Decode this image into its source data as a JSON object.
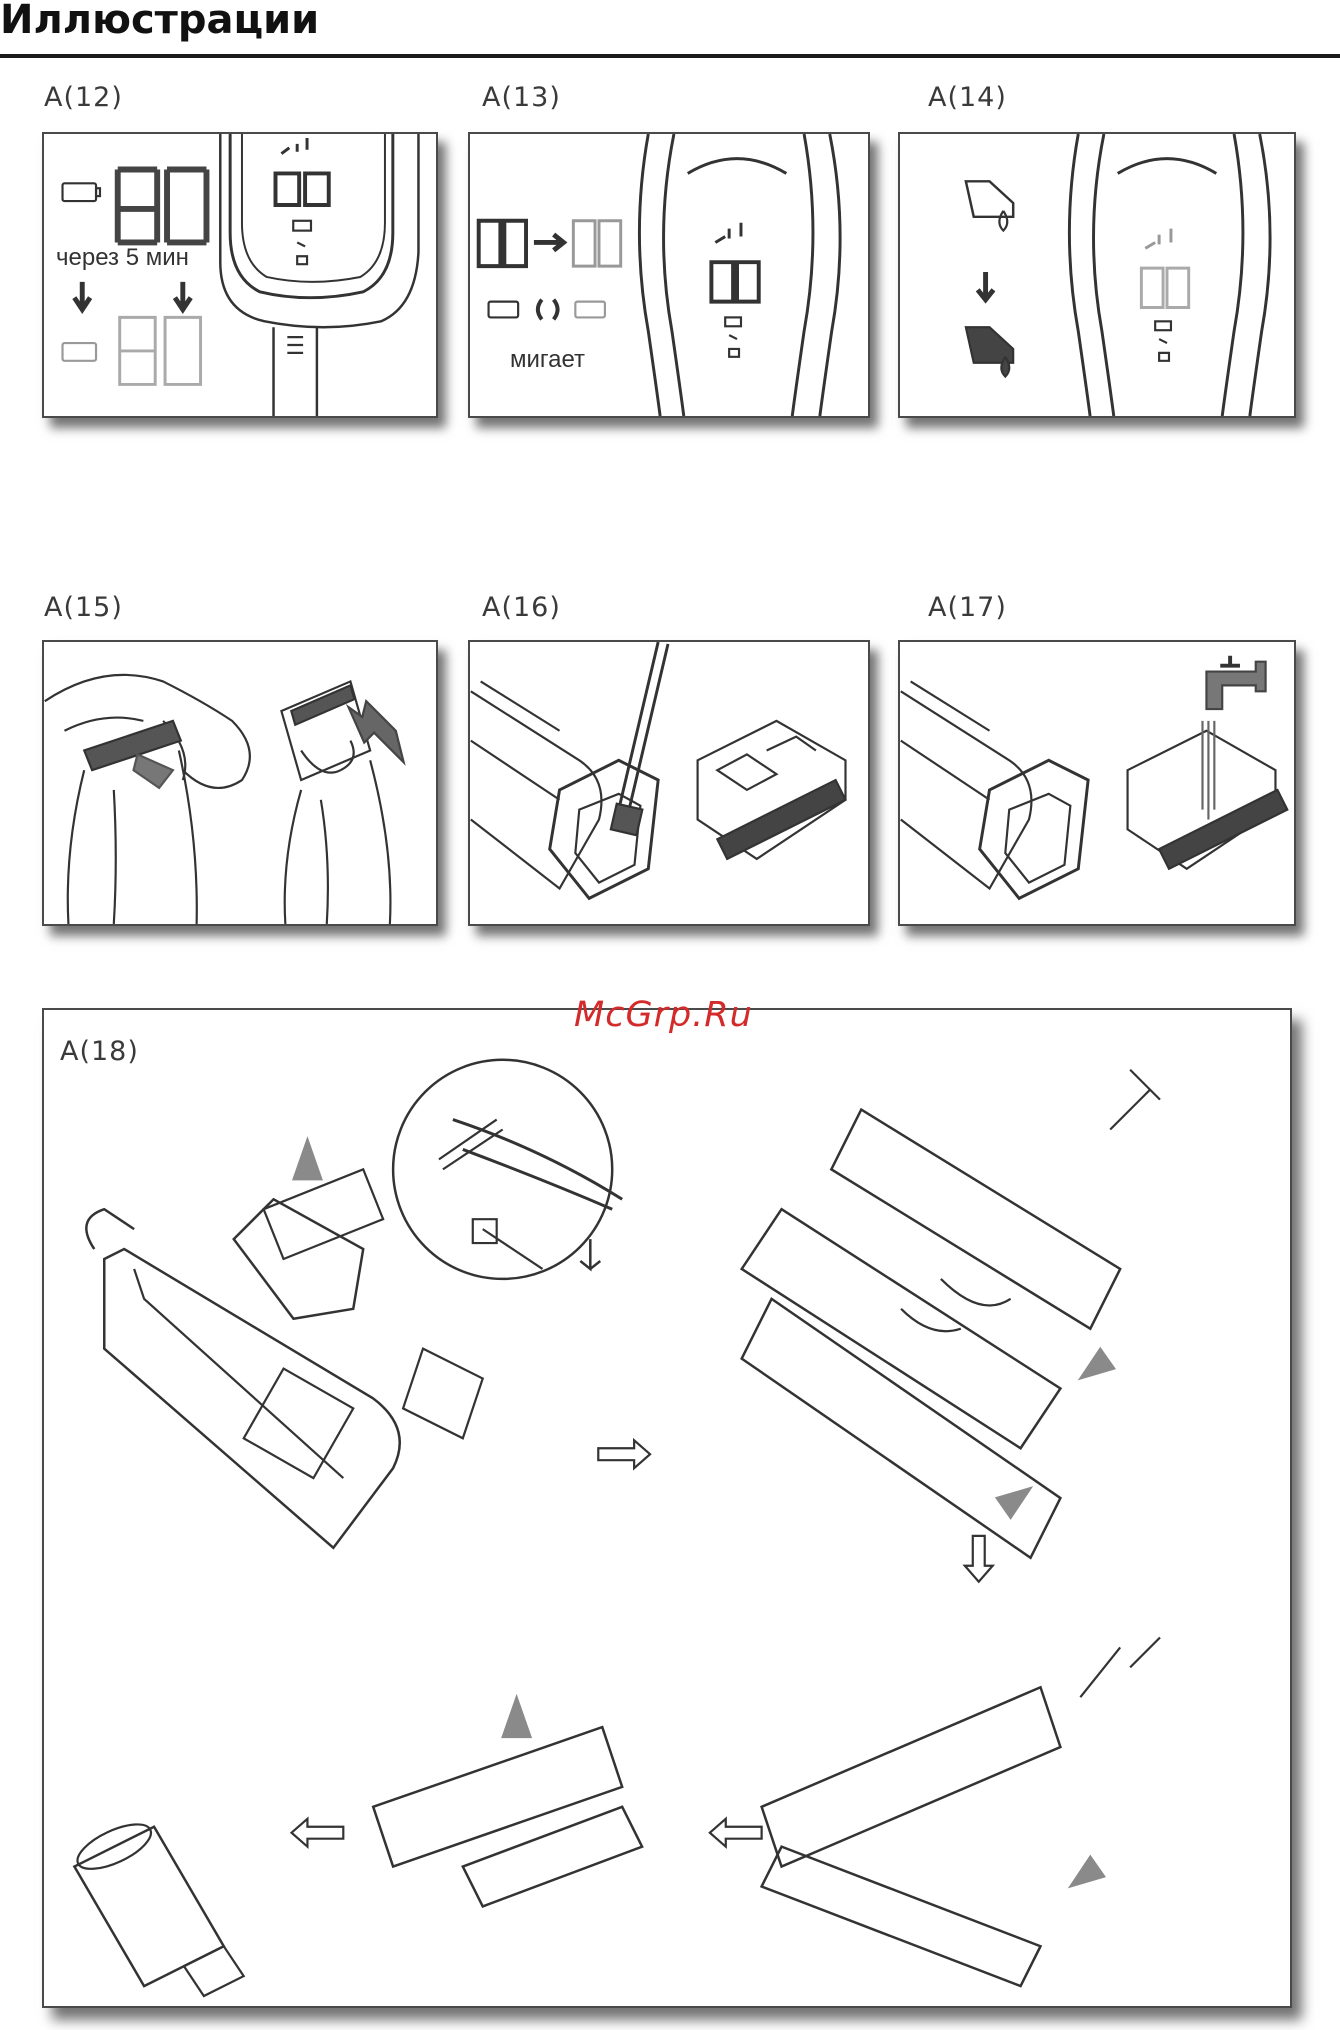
{
  "page": {
    "title": "Иллюстрации",
    "watermark": "McGrp.Ru"
  },
  "panels": [
    {
      "label": "A(12)",
      "text_1": "через 5 мин"
    },
    {
      "label": "A(13)",
      "text_1": "мигает"
    },
    {
      "label": "A(14)"
    },
    {
      "label": "A(15)"
    },
    {
      "label": "A(16)"
    },
    {
      "label": "A(17)"
    }
  ],
  "big_panel": {
    "label": "A(18)"
  },
  "colors": {
    "ink": "#333333",
    "gray_arrow": "#8a8a8a",
    "watermark": "#d42a2a",
    "frame": "#4a4a4a"
  }
}
